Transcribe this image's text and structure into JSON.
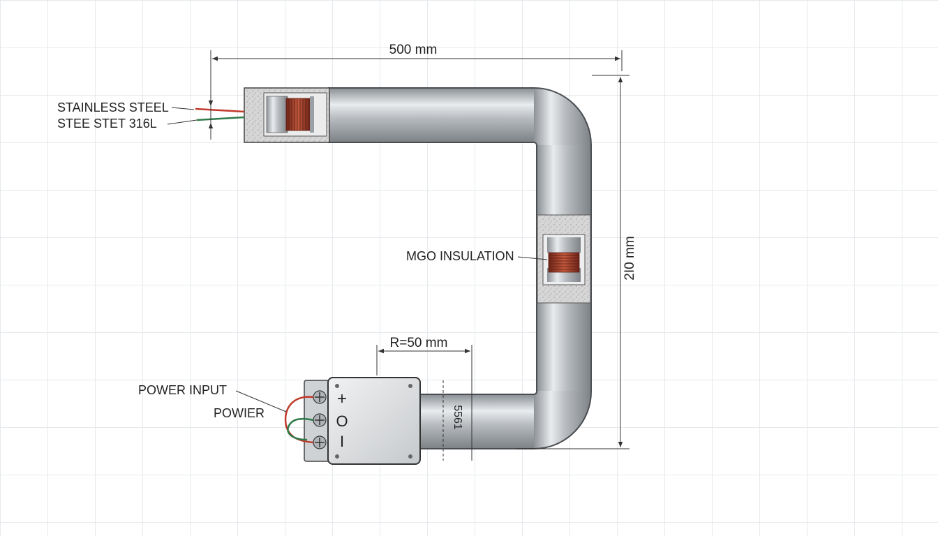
{
  "dimensions": {
    "top_width": "500 mm",
    "right_height": "2I0 mm",
    "bend_radius": "R=50 mm",
    "short_leg": "5561"
  },
  "labels": {
    "stainless_steel": "STAINLESS STEEL",
    "steel_grade": "STEE STET 316L",
    "mgo_insulation": "MGO INSULATION",
    "power_input": "POWER INPUT",
    "power": "POWIER"
  },
  "terminal_symbols": {
    "plus": "+",
    "neutral": "O",
    "minus": "I"
  },
  "colors": {
    "tube": "#a9adb1",
    "copper_coil": "#9b3b2a",
    "wire_red": "#c0392b",
    "wire_green": "#2f7a4a",
    "insulation": "#d4d4d4"
  }
}
